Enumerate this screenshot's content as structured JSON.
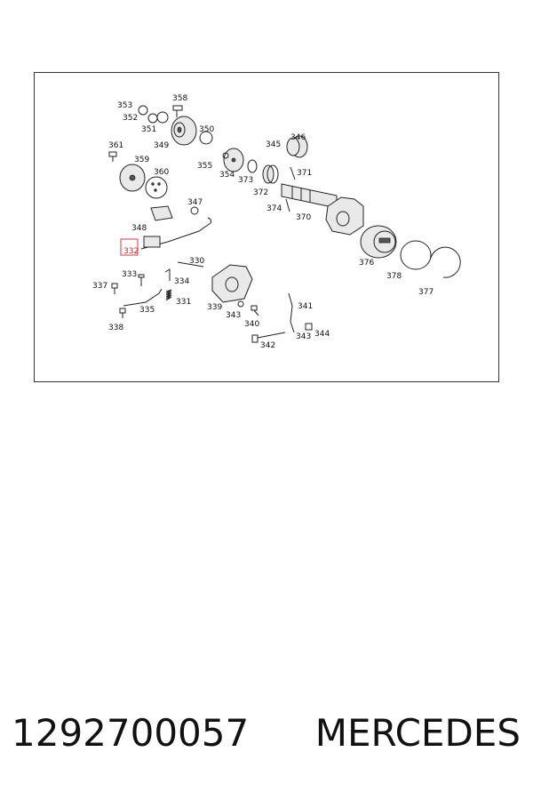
{
  "diagram": {
    "highlight_color": "#e05a60",
    "labels": {
      "l353": "353",
      "l358": "358",
      "l352": "352",
      "l351": "351",
      "l350": "350",
      "l349": "349",
      "l346": "346",
      "l345": "345",
      "l361": "361",
      "l359": "359",
      "l360": "360",
      "l355": "355",
      "l354": "354",
      "l373": "373",
      "l371": "371",
      "l372": "372",
      "l347": "347",
      "l374": "374",
      "l370": "370",
      "l348": "348",
      "l332": "332",
      "l330": "330",
      "l376": "376",
      "l378": "378",
      "l377": "377",
      "l333": "333",
      "l334": "334",
      "l337": "337",
      "l331": "331",
      "l335": "335",
      "l339": "339",
      "l343a": "343",
      "l341": "341",
      "l340": "340",
      "l338": "338",
      "l343b": "343",
      "l344": "344",
      "l342": "342"
    }
  },
  "footer": {
    "part_number": "1292700057",
    "brand": "MERCEDES"
  }
}
